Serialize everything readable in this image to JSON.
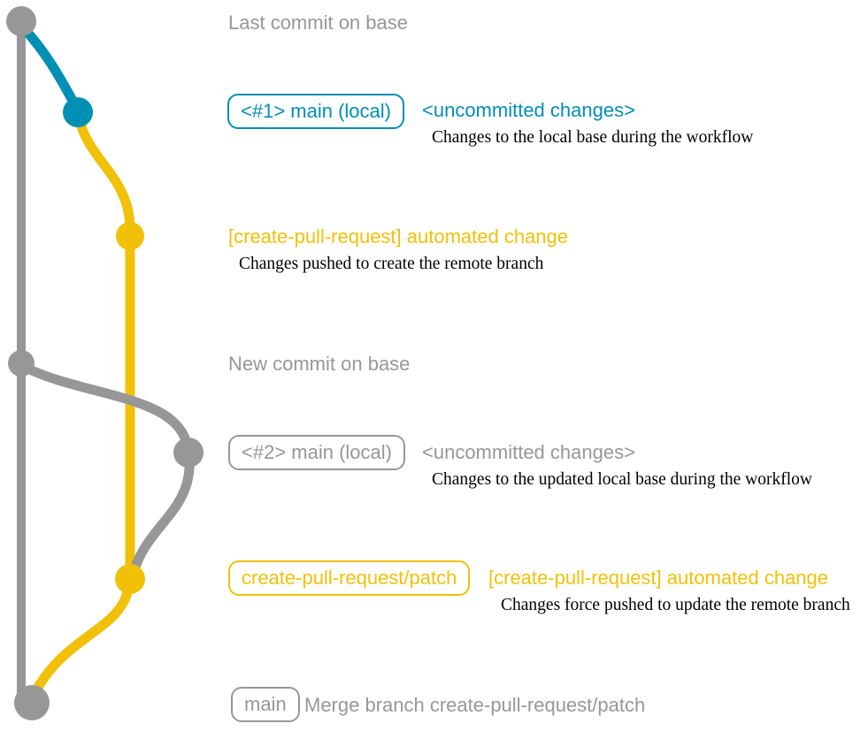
{
  "colors": {
    "gray": "#979797",
    "blue": "#008fb5",
    "yellow": "#f1c109",
    "ink": "#000000",
    "background": "#ffffff"
  },
  "graph": {
    "branches": [
      {
        "name": "base",
        "color": "#979797"
      },
      {
        "name": "main (local)",
        "color": "#008fb5"
      },
      {
        "name": "create-pull-request/patch",
        "color": "#f1c109"
      }
    ],
    "commit_count": 7
  },
  "rows": {
    "row1": {
      "caption": "Last commit on base"
    },
    "row2": {
      "badge": "<#1> main (local)",
      "heading": "<uncommitted changes>",
      "description": "Changes to the local base during the workflow"
    },
    "row3": {
      "heading": "[create-pull-request] automated change",
      "description": "Changes pushed to create the remote branch"
    },
    "row4": {
      "caption": "New commit on base"
    },
    "row5": {
      "badge": "<#2> main (local)",
      "heading": "<uncommitted changes>",
      "description": "Changes to the updated local base during the workflow"
    },
    "row6": {
      "badge": "create-pull-request/patch",
      "heading": "[create-pull-request] automated change",
      "description": "Changes force pushed to update the remote branch"
    },
    "row7": {
      "badge": "main",
      "caption": "Merge branch create-pull-request/patch"
    }
  }
}
